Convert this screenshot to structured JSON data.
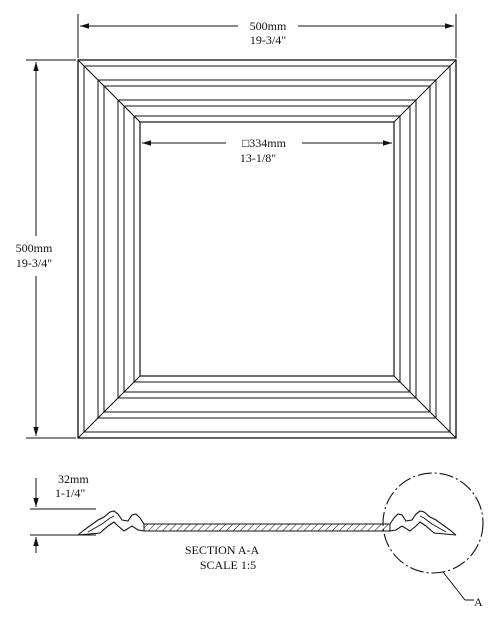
{
  "drawing": {
    "width_dim": {
      "metric": "500mm",
      "imperial": "19-3/4\""
    },
    "height_dim": {
      "metric": "500mm",
      "imperial": "19-3/4\""
    },
    "opening_dim": {
      "symbol": "□",
      "metric": "334mm",
      "imperial": "13-1/8\""
    },
    "depth_dim": {
      "metric": "32mm",
      "imperial": "1-1/4\""
    },
    "section": {
      "title": "SECTION  A-A",
      "scale": "SCALE  1:5"
    },
    "detail": {
      "label": "A"
    }
  }
}
